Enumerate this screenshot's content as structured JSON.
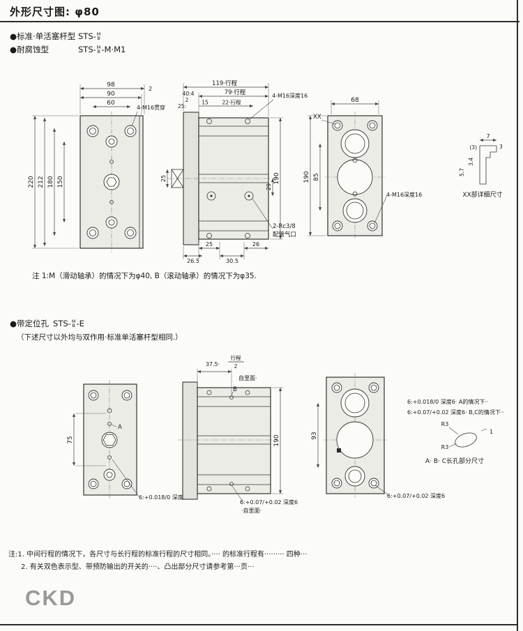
{
  "page": {
    "title": "外形尺寸图: φ80",
    "logo": "CKD"
  },
  "header": {
    "b1_prefix": "●标准·单活塞杆型",
    "b1_model": "STS-",
    "b1_sup": "M",
    "b1_sub": "B",
    "b2_prefix": "●耐腐蚀型",
    "b2_model": "STS-",
    "b2_sup": "M",
    "b2_sub": "B",
    "b2_suffix": "-M·M1"
  },
  "s1": {
    "fv": {
      "d98": "98",
      "d2": "2",
      "d90": "90",
      "d60": "60",
      "m16": "4-M16贯穿",
      "d220": "220",
      "d212": "212",
      "d180": "180",
      "d150": "150"
    },
    "sv": {
      "d119": "119·行程",
      "d40a": "40:4",
      "d40b": "2",
      "d79": "79·行程",
      "d25t": "25:",
      "d15": "15",
      "d22": "22·行程",
      "m16": "4-M16深度16",
      "d25l": "25",
      "d29": "29",
      "d190": "190",
      "rc1": "2-Rc3/8",
      "rc2": "配管气口",
      "d265": "26.5",
      "d25b": "25",
      "d305": "30.5",
      "d26": "26"
    },
    "rv": {
      "d68": "68",
      "xx": "XX",
      "d85": "85",
      "d190": "190",
      "m16": "4-M16深度16"
    },
    "det": {
      "d7": "7",
      "d3": "3",
      "d3p": "(3)",
      "d34": "3.4",
      "d57": "5.7",
      "label": "XX部详细尺寸"
    },
    "note": "注 1:M（滑动轴承）的情况下为φ40, B（滚动轴承）的情况下为φ35."
  },
  "s2": {
    "h_prefix": "●带定位孔",
    "h_model": "STS-",
    "h_sup": "M",
    "h_sub": "B",
    "h_suffix": "-E",
    "sub": "（下述尺寸以外均与双作用·标准单活塞杆型相同.）",
    "fv": {
      "d75": "75",
      "a": "A",
      "tol": "6:+0.018/0 深度6"
    },
    "sv": {
      "d375": "37.5·",
      "ft": "行程",
      "fb": "2",
      "back1": "自里面·",
      "b": "B",
      "d190": "190",
      "tol": "6:+0.07/+0.02 深度6",
      "back2": "·自里面·"
    },
    "rv": {
      "d93": "93",
      "tol": "6:+0.07/+0.02 深度6"
    },
    "slot": {
      "line1": "6:+0.018/0 深度6· A的情况下··",
      "line2": "6:+0.07/+0.02 深度6· B,C的情况下··",
      "r3a": "R3",
      "r3b": "R3",
      "d1": "1",
      "label": "A· B· C长孔部分尺寸"
    }
  },
  "notes": {
    "n1": "注:1. 中间行程的情况下，各尺寸与长行程的标准行程的尺寸相同。···· 的标准行程有········· 四种···",
    "n2": "2. 有关双色表示型、带预防输出的开关的····、凸出部分尺寸请参考第···页···"
  }
}
